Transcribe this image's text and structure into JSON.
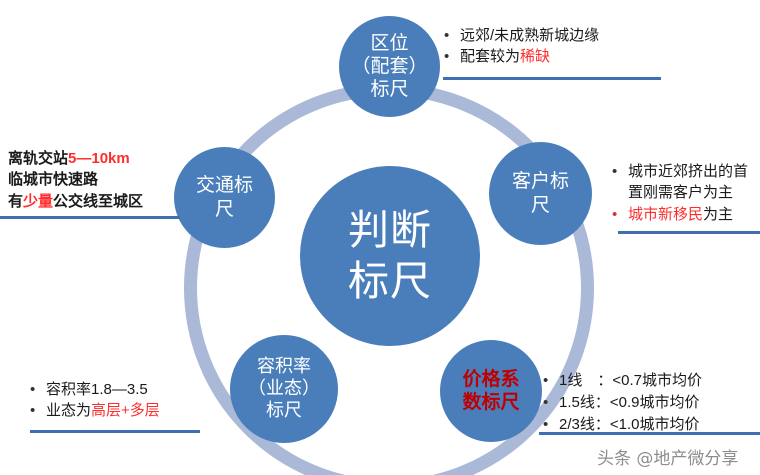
{
  "diagram": {
    "center": {
      "lines": [
        "判断",
        "标尺"
      ]
    },
    "nodes": [
      {
        "id": "location",
        "lines": [
          "区位",
          "（配套）",
          "标尺"
        ],
        "accent": "#ffffff"
      },
      {
        "id": "customer",
        "lines": [
          "客户标",
          "尺"
        ],
        "accent": "#ffffff"
      },
      {
        "id": "price",
        "lines": [
          "价格系",
          "数标尺"
        ],
        "accent": "#c00000"
      },
      {
        "id": "far",
        "lines": [
          "容积率",
          "（业态）",
          "标尺"
        ],
        "accent": "#ffffff"
      },
      {
        "id": "traffic",
        "lines": [
          "交通标",
          "尺"
        ],
        "accent": "#ffffff"
      }
    ]
  },
  "callouts": {
    "location": {
      "bullets": [
        {
          "marker": "•",
          "segments": [
            {
              "text": "远郊/未成熟新城边缘",
              "color": "black"
            }
          ]
        },
        {
          "marker": "•",
          "segments": [
            {
              "text": "配套较为",
              "color": "black"
            },
            {
              "text": "稀缺",
              "color": "red"
            }
          ]
        }
      ]
    },
    "customer": {
      "bullets": [
        {
          "marker": "•",
          "segments": [
            {
              "text": "城市近郊挤出的首",
              "color": "black"
            }
          ]
        },
        {
          "marker": "",
          "segments": [
            {
              "text": "置刚需客户为主",
              "color": "black"
            }
          ]
        },
        {
          "marker": "•",
          "segments": [
            {
              "text": "城市新移民",
              "color": "red"
            },
            {
              "text": "为主",
              "color": "black"
            }
          ]
        }
      ]
    },
    "traffic": {
      "lines": [
        [
          {
            "text": "离轨交站",
            "color": "black"
          },
          {
            "text": "5—10km",
            "color": "red"
          }
        ],
        [
          {
            "text": "临城市快速路",
            "color": "black"
          }
        ],
        [
          {
            "text": "有",
            "color": "black"
          },
          {
            "text": "少量",
            "color": "red"
          },
          {
            "text": "公交线至城区",
            "color": "black"
          }
        ]
      ]
    },
    "far": {
      "bullets": [
        {
          "marker": "•",
          "segments": [
            {
              "text": "容积率1.8—3.5",
              "color": "black"
            }
          ]
        },
        {
          "marker": "•",
          "segments": [
            {
              "text": "业态为",
              "color": "black"
            },
            {
              "text": "高层+多层",
              "color": "red"
            }
          ]
        }
      ]
    },
    "price": {
      "bullets": [
        {
          "marker": "•",
          "segments": [
            {
              "text": "1线　：<0.7城市均价",
              "color": "black"
            }
          ]
        },
        {
          "marker": "•",
          "segments": [
            {
              "text": "1.5线：<0.9城市均价",
              "color": "black"
            }
          ]
        },
        {
          "marker": "•",
          "segments": [
            {
              "text": "2/3线：<1.0城市均价",
              "color": "black"
            }
          ]
        }
      ]
    }
  },
  "watermark": {
    "text": "头条 @地产微分享"
  },
  "colors": {
    "node_blue": "#4a7ebb",
    "ring_blue": "#aab9d8",
    "underline": "#3f6fb0",
    "highlight_red": "#ff2d2d",
    "price_red": "#c00000"
  }
}
